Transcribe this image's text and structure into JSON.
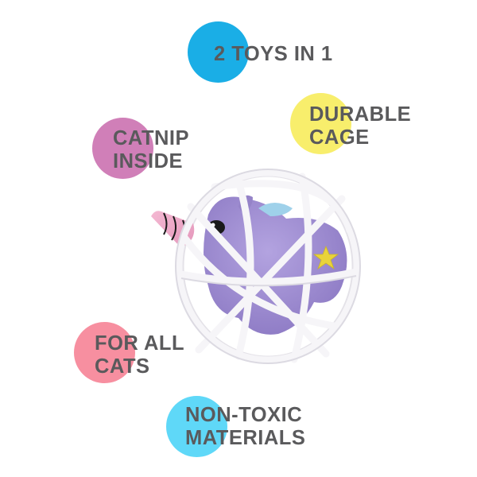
{
  "features": [
    {
      "id": "two-toys",
      "lines": [
        "2 TOYS IN 1"
      ],
      "circle_color": "#1aaee6"
    },
    {
      "id": "durable-cage",
      "lines": [
        "DURABLE",
        "CAGE"
      ],
      "circle_color": "#f8ee6c"
    },
    {
      "id": "catnip-inside",
      "lines": [
        "CATNIP",
        "INSIDE"
      ],
      "circle_color": "#d07fb8"
    },
    {
      "id": "for-all-cats",
      "lines": [
        "FOR ALL",
        "CATS"
      ],
      "circle_color": "#f78fa0"
    },
    {
      "id": "non-toxic",
      "lines": [
        "NON-TOXIC",
        "MATERIALS"
      ],
      "circle_color": "#5fd8f8"
    }
  ],
  "product": {
    "description": "Purple plush unicorn inside white plastic cage ball",
    "colors": {
      "cage": "#f4f3f5",
      "plush": "#9e8bd0",
      "horn": "#eea7c6",
      "star": "#e9d33a",
      "wing": "#9fd1ea"
    }
  },
  "text_color": "#5a5a5c"
}
